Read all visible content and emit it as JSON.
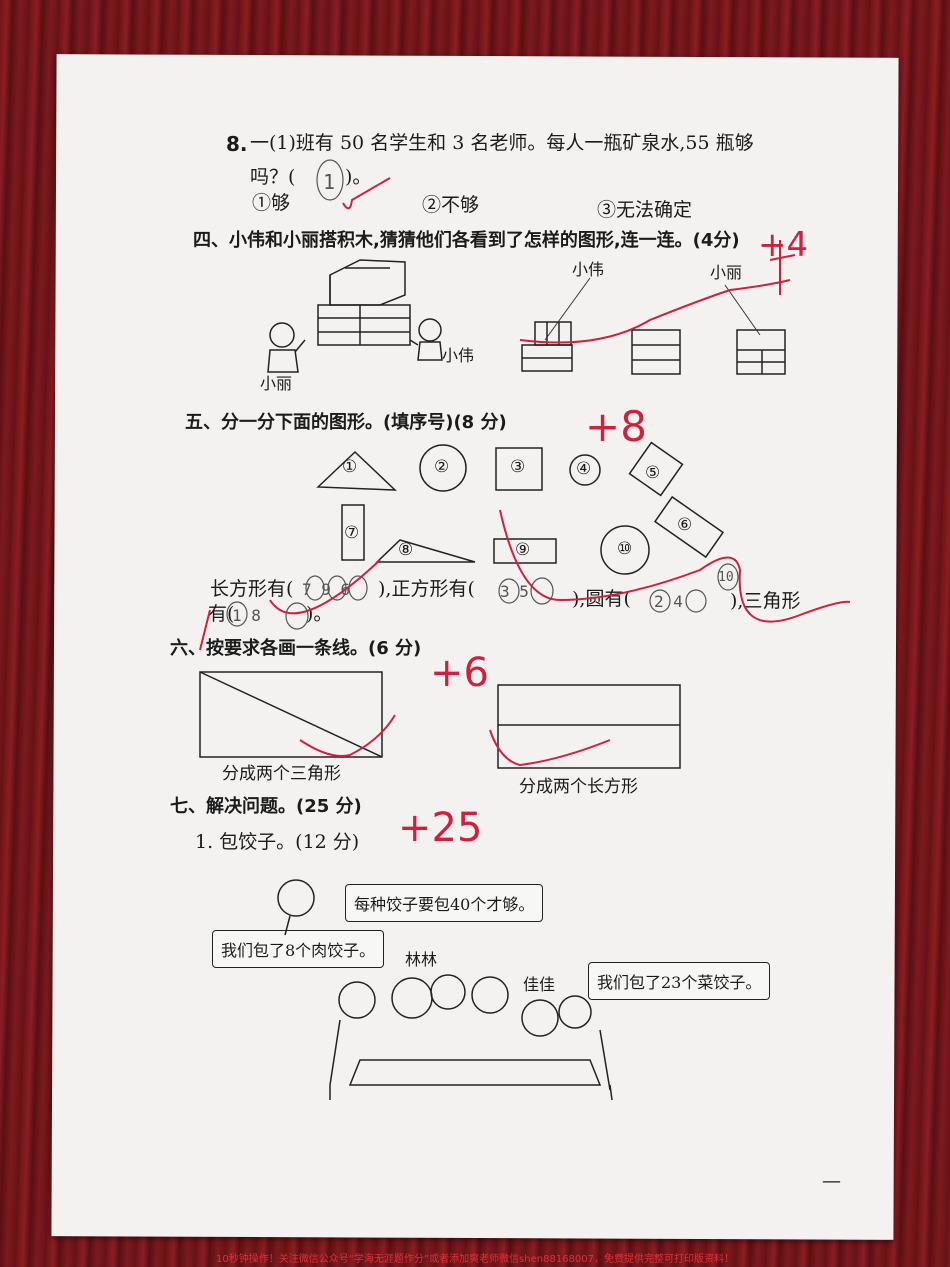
{
  "q8": {
    "number": "8.",
    "line1": "一(1)班有 50 名学生和 3 名老师。每人一瓶矿泉水,55 瓶够",
    "line2_prefix": "吗？(",
    "line2_suffix": ")。",
    "answer": "1",
    "options": [
      "①够",
      "②不够",
      "③无法确定"
    ]
  },
  "section4": {
    "title": "四、小伟和小丽搭积木,猜猜他们各看到了怎样的图形,连一连。(4分)",
    "labels": {
      "xiaowei_top": "小伟",
      "xiaoli_top": "小丽",
      "xiaoli_fig": "小丽",
      "xiaowei_fig": "小伟"
    },
    "score": "+4"
  },
  "section5": {
    "title": "五、分一分下面的图形。(填序号)(8 分)",
    "score": "+8",
    "shapes": [
      "①",
      "②",
      "③",
      "④",
      "⑤",
      "⑥",
      "⑦",
      "⑧",
      "⑨",
      "⑩"
    ],
    "answer_line1": {
      "rect_label": "长方形有(",
      "rect_answer": "7 9 6",
      "square_label": "),正方形有(",
      "square_answer": "3 5",
      "circle_label": "),圆有(",
      "circle_answer": "2 4",
      "triangle_label": "),三角形",
      "extra_answer": "10"
    },
    "answer_line2": {
      "prefix": "有(",
      "answer": "1 8",
      "suffix": ")。"
    }
  },
  "section6": {
    "title": "六、按要求各画一条线。(6 分)",
    "score": "+6",
    "caption_left": "分成两个三角形",
    "caption_right": "分成两个长方形"
  },
  "section7": {
    "title": "七、解决问题。(25 分)",
    "score": "+25",
    "q1_title": "1. 包饺子。(12 分)",
    "bubbles": [
      "每种饺子要包40个才够。",
      "我们包了8个肉饺子。",
      "我们包了23个菜饺子。"
    ],
    "names": [
      "林林",
      "佳佳"
    ]
  },
  "page_mark": "—",
  "watermark": "10秒钟操作！关注微信公众号“学海无涯题作分”或者添加爽老师微信shen88168007，免费提供完整可打印版资料！",
  "colors": {
    "ink": "#1b1b1b",
    "red_pen": "#d0203c",
    "paper": "#f3f2f0",
    "table": "#7a1a1e"
  }
}
